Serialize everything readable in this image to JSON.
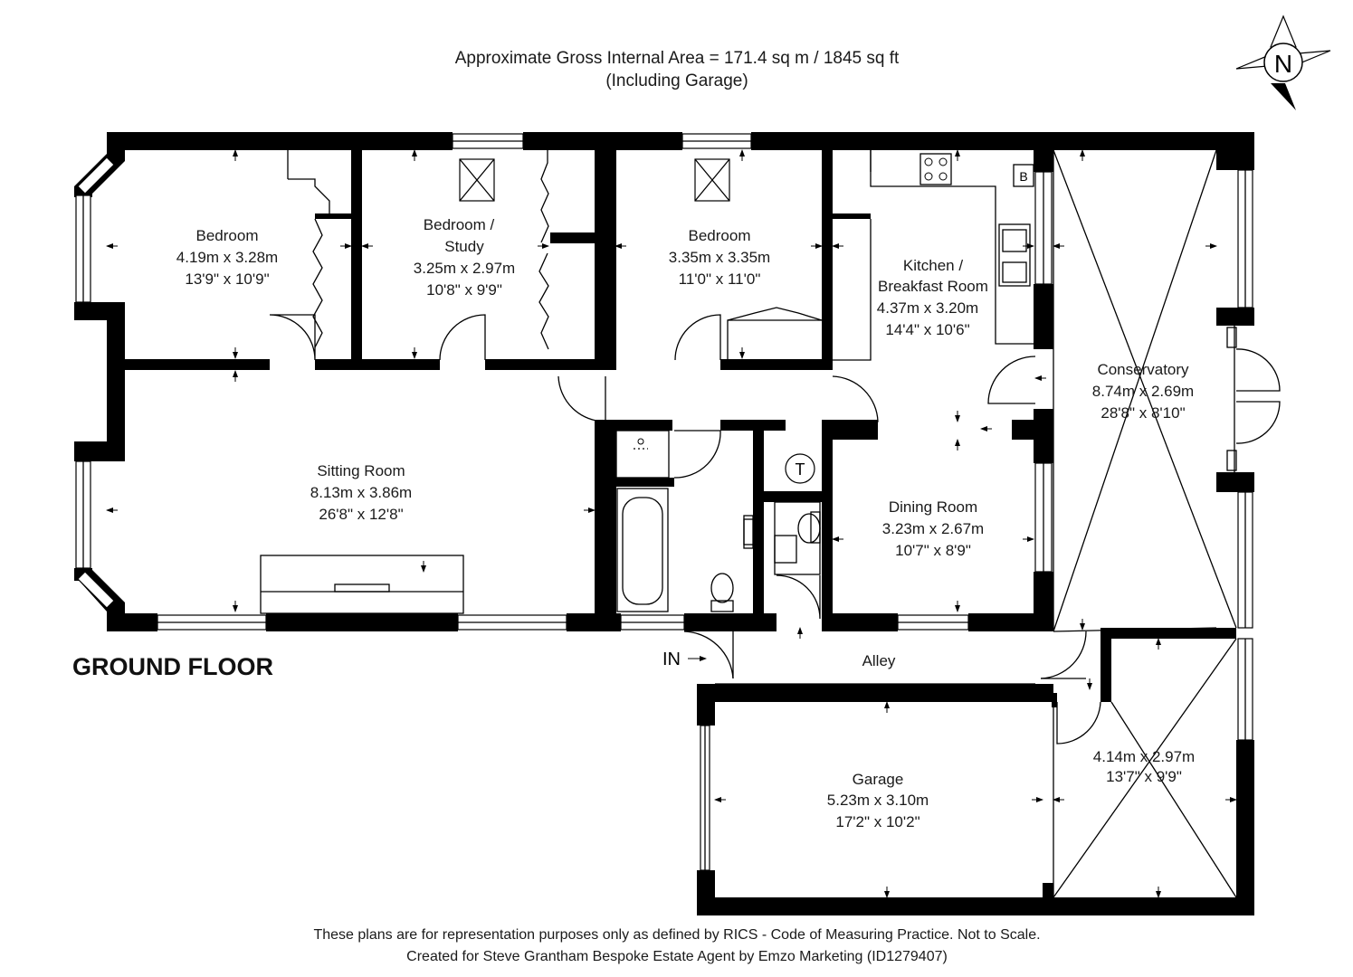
{
  "header": {
    "area_line": "Approximate Gross Internal Area = 171.4 sq m / 1845 sq ft",
    "garage_note": "(Including Garage)"
  },
  "compass": {
    "letter": "N"
  },
  "floor_label": "GROUND FLOOR",
  "entrance_label": "IN",
  "rooms": {
    "bedroom1": {
      "name": "Bedroom",
      "metric": "4.19m x 3.28m",
      "imperial": "13'9\" x 10'9\""
    },
    "bedroom_study": {
      "name": "Bedroom /",
      "name2": "Study",
      "metric": "3.25m x 2.97m",
      "imperial": "10'8\" x 9'9\""
    },
    "bedroom3": {
      "name": "Bedroom",
      "metric": "3.35m x 3.35m",
      "imperial": "11'0\" x 11'0\""
    },
    "kitchen": {
      "name": "Kitchen /",
      "name2": "Breakfast Room",
      "metric": "4.37m x 3.20m",
      "imperial": "14'4\" x 10'6\""
    },
    "conservatory": {
      "name": "Conservatory",
      "metric": "8.74m x 2.69m",
      "imperial": "28'8\" x 8'10\""
    },
    "sitting": {
      "name": "Sitting Room",
      "metric": "8.13m x 3.86m",
      "imperial": "26'8\" x 12'8\""
    },
    "dining": {
      "name": "Dining Room",
      "metric": "3.23m x 2.67m",
      "imperial": "10'7\" x 8'9\""
    },
    "alley": {
      "name": "Alley"
    },
    "garage": {
      "name": "Garage",
      "metric": "5.23m x 3.10m",
      "imperial": "17'2\" x 10'2\""
    },
    "garage_store": {
      "metric": "4.14m x 2.97m",
      "imperial": "13'7\" x 9'9\""
    }
  },
  "symbols": {
    "boiler": "B",
    "tank": "T"
  },
  "footer": {
    "line1": "These plans are for representation purposes only as defined by RICS - Code of Measuring Practice. Not to Scale.",
    "line2": "Created for Steve Grantham Bespoke Estate Agent by Emzo Marketing (ID1279407)"
  }
}
